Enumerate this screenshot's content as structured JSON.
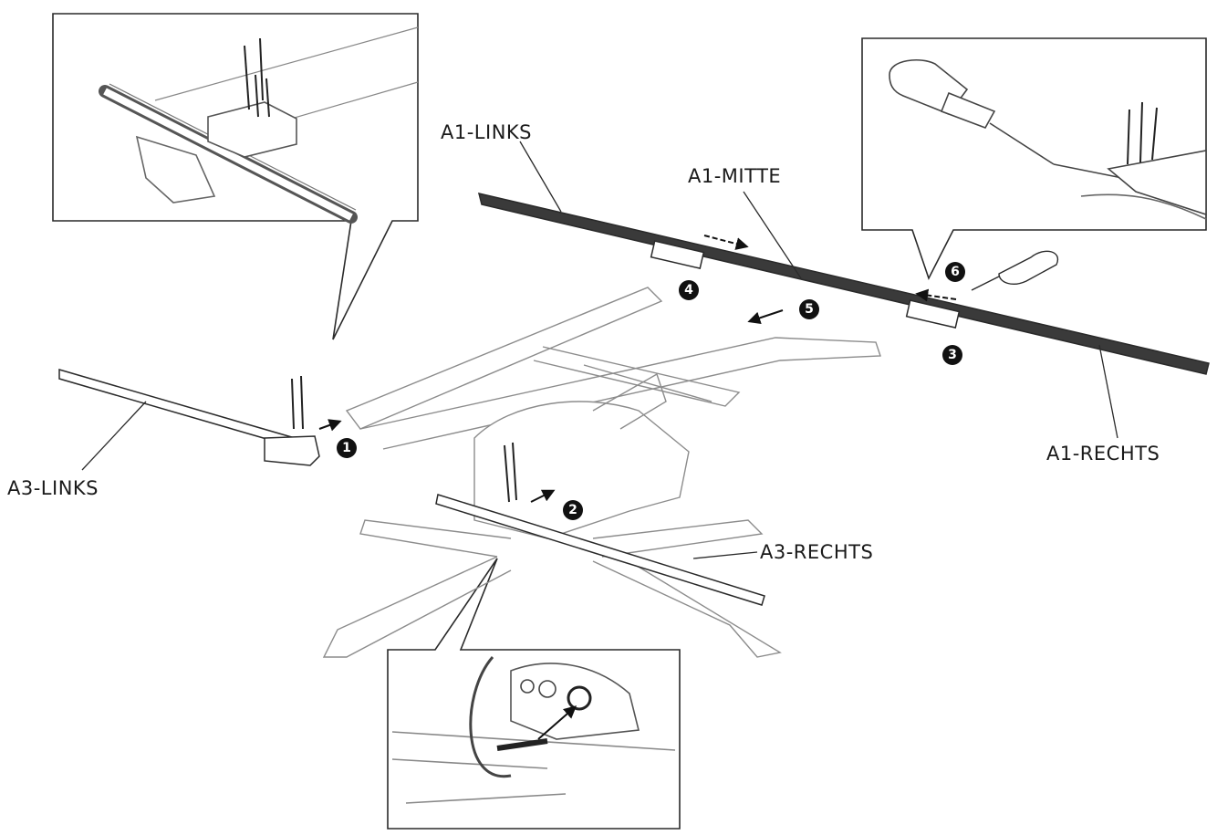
{
  "labels": {
    "a1_links": "A1-LINKS",
    "a1_mitte": "A1-MITTE",
    "a1_rechts": "A1-RECHTS",
    "a3_links": "A3-LINKS",
    "a3_rechts": "A3-RECHTS"
  },
  "steps": [
    "1",
    "2",
    "3",
    "4",
    "5",
    "6"
  ],
  "colors": {
    "line": "#2a2a2a",
    "light_line": "#8c8c8c",
    "rail_fill": "#3a3a3a",
    "marker": "#111111"
  }
}
